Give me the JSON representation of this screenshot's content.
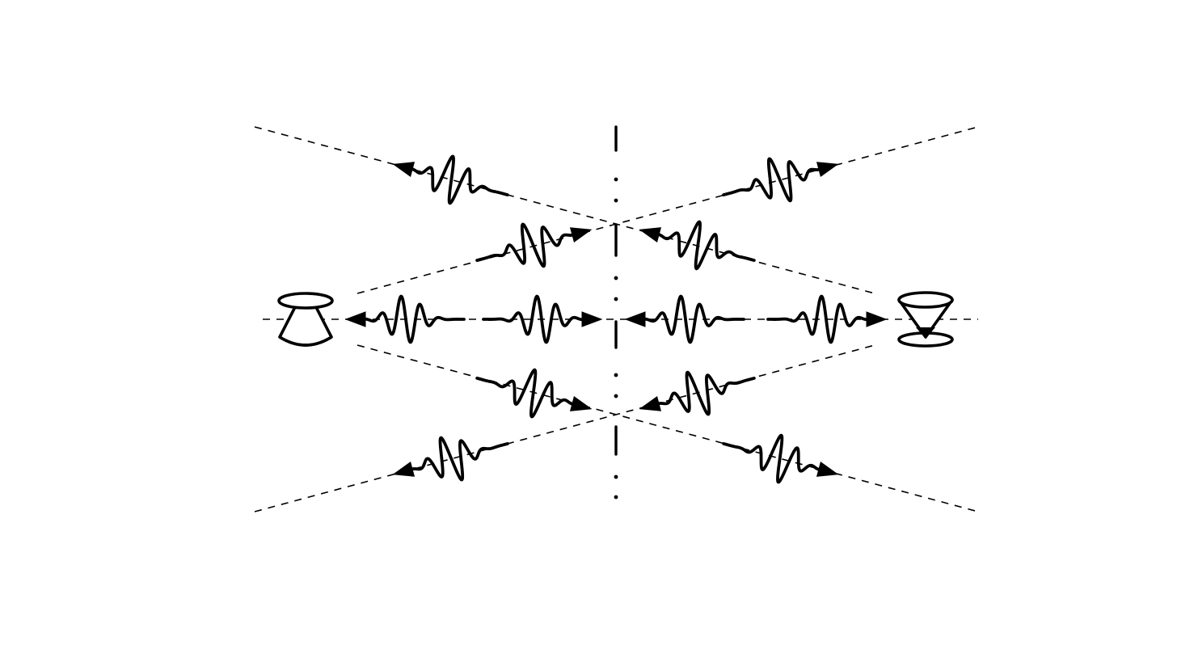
{
  "colors": {
    "background": "#ffffff",
    "ink": "#000000"
  },
  "symbols": {
    "left": "upward-cone-icon",
    "right": "downward-cone-icon",
    "axis": "dash-dot-center-line",
    "rays": "dashed-line",
    "packets": "wave-packet-with-arrowhead"
  },
  "rays": [
    {
      "id": "upper-crossing-ray-a"
    },
    {
      "id": "upper-crossing-ray-b"
    },
    {
      "id": "lower-crossing-ray-a"
    },
    {
      "id": "lower-crossing-ray-b"
    },
    {
      "id": "axial-ray"
    }
  ],
  "wave_packets": [
    {
      "id": "packet-upper-left-outer"
    },
    {
      "id": "packet-upper-right-outer"
    },
    {
      "id": "packet-upper-left-inner"
    },
    {
      "id": "packet-upper-right-inner"
    },
    {
      "id": "packet-axis-far-left"
    },
    {
      "id": "packet-axis-near-left"
    },
    {
      "id": "packet-axis-near-right"
    },
    {
      "id": "packet-axis-far-right"
    },
    {
      "id": "packet-lower-left-inner"
    },
    {
      "id": "packet-lower-right-inner"
    },
    {
      "id": "packet-lower-left-outer"
    },
    {
      "id": "packet-lower-right-outer"
    }
  ]
}
